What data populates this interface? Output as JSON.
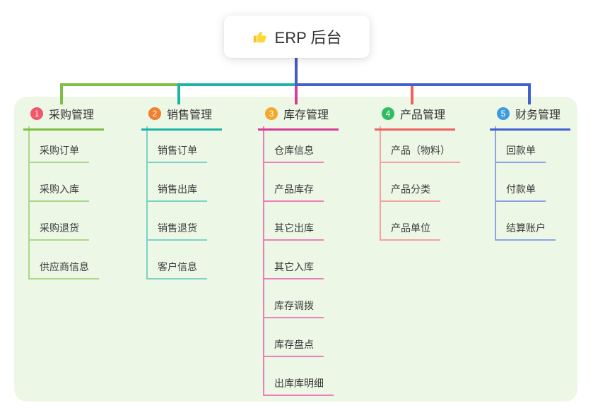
{
  "root": {
    "title": "ERP 后台",
    "icon": "thumbs-up-icon"
  },
  "connector_color": "#4758cf",
  "board_bg": "#ecf7e6",
  "branches": [
    {
      "number": "1",
      "title": "采购管理",
      "badge_color": "#f4566a",
      "line_color": "#7fbe45",
      "item_line_color": "#abd78b",
      "items": [
        "采购订单",
        "采购入库",
        "采购退货",
        "供应商信息"
      ]
    },
    {
      "number": "2",
      "title": "销售管理",
      "badge_color": "#f17f2b",
      "line_color": "#1db3a5",
      "item_line_color": "#7cd2c8",
      "items": [
        "销售订单",
        "销售出库",
        "销售退货",
        "客户信息"
      ]
    },
    {
      "number": "3",
      "title": "库存管理",
      "badge_color": "#f6a728",
      "line_color": "#d93c98",
      "item_line_color": "#ee7fba",
      "items": [
        "仓库信息",
        "产品库存",
        "其它出库",
        "其它入库",
        "库存调拨",
        "库存盘点",
        "出库库明细"
      ]
    },
    {
      "number": "4",
      "title": "产品管理",
      "badge_color": "#2fbd63",
      "line_color": "#f15f5f",
      "item_line_color": "#f6a0a0",
      "items": [
        "产品（物料）",
        "产品分类",
        "产品单位"
      ]
    },
    {
      "number": "5",
      "title": "财务管理",
      "badge_color": "#3b9ddd",
      "line_color": "#4161d3",
      "item_line_color": "#8aa4e6",
      "items": [
        "回款单",
        "付款单",
        "结算账户"
      ]
    }
  ]
}
